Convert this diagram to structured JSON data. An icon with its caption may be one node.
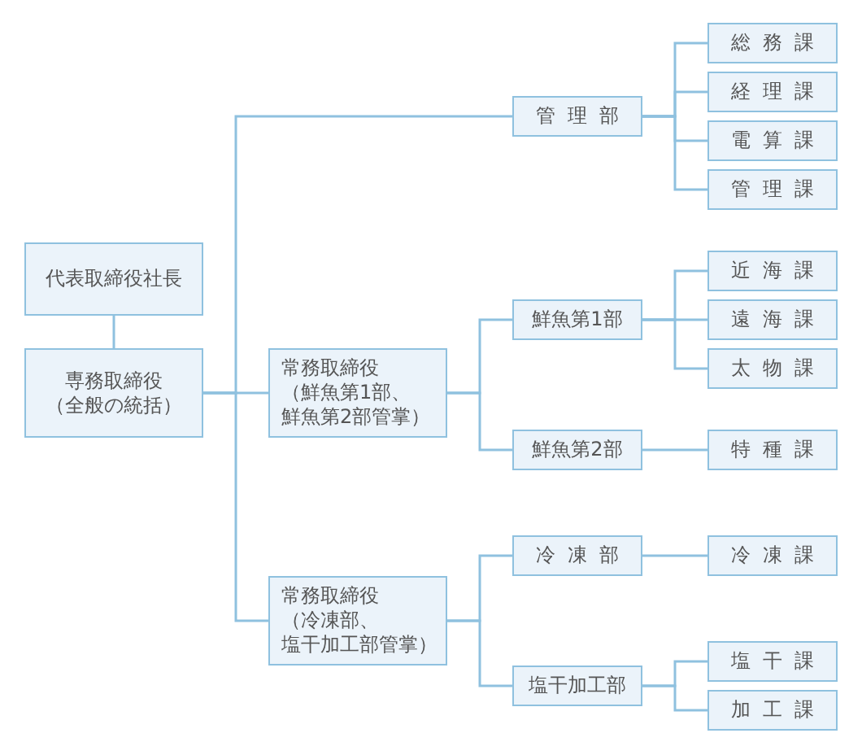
{
  "diagram": {
    "nodes": [
      {
        "text": [
          "代表取締役社長"
        ]
      },
      {
        "text": [
          "専務取締役",
          "（全般の統括）"
        ]
      },
      {
        "text": [
          "管理部"
        ]
      },
      {
        "text": [
          "総務課"
        ]
      },
      {
        "text": [
          "経理課"
        ]
      },
      {
        "text": [
          "電算課"
        ]
      },
      {
        "text": [
          "管理課"
        ]
      },
      {
        "text": [
          "常務取締役",
          "（鮮魚第1部、鮮魚第2部管掌）"
        ]
      },
      {
        "text": [
          "鮮魚第1部"
        ]
      },
      {
        "text": [
          "近海課"
        ]
      },
      {
        "text": [
          "遠海課"
        ]
      },
      {
        "text": [
          "太物課"
        ]
      },
      {
        "text": [
          "鮮魚第2部"
        ]
      },
      {
        "text": [
          "特種課"
        ]
      },
      {
        "text": [
          "常務取締役",
          "（冷凍部、塩干加工部管掌）"
        ]
      },
      {
        "text": [
          "冷凍部"
        ]
      },
      {
        "text": [
          "冷凍課"
        ]
      },
      {
        "text": [
          "塩干加工部"
        ]
      },
      {
        "text": [
          "塩干課"
        ]
      },
      {
        "text": [
          "加工課"
        ]
      }
    ],
    "edges": [
      {
        "from": 0,
        "to": 1,
        "arrow": "none"
      },
      {
        "from": 1,
        "to": 2,
        "arrow": "none"
      },
      {
        "from": 1,
        "to": 7,
        "arrow": "none"
      },
      {
        "from": 1,
        "to": 14,
        "arrow": "none"
      },
      {
        "from": 2,
        "to": 3,
        "arrow": "none"
      },
      {
        "from": 2,
        "to": 4,
        "arrow": "none"
      },
      {
        "from": 2,
        "to": 5,
        "arrow": "none"
      },
      {
        "from": 2,
        "to": 6,
        "arrow": "none"
      },
      {
        "from": 7,
        "to": 8,
        "arrow": "none"
      },
      {
        "from": 7,
        "to": 12,
        "arrow": "none"
      },
      {
        "from": 8,
        "to": 9,
        "arrow": "none"
      },
      {
        "from": 8,
        "to": 10,
        "arrow": "none"
      },
      {
        "from": 8,
        "to": 11,
        "arrow": "none"
      },
      {
        "from": 12,
        "to": 13,
        "arrow": "none"
      },
      {
        "from": 14,
        "to": 15,
        "arrow": "none"
      },
      {
        "from": 14,
        "to": 17,
        "arrow": "none"
      },
      {
        "from": 15,
        "to": 16,
        "arrow": "none"
      },
      {
        "from": 17,
        "to": 18,
        "arrow": "none"
      },
      {
        "from": 17,
        "to": 19,
        "arrow": "none"
      }
    ]
  }
}
